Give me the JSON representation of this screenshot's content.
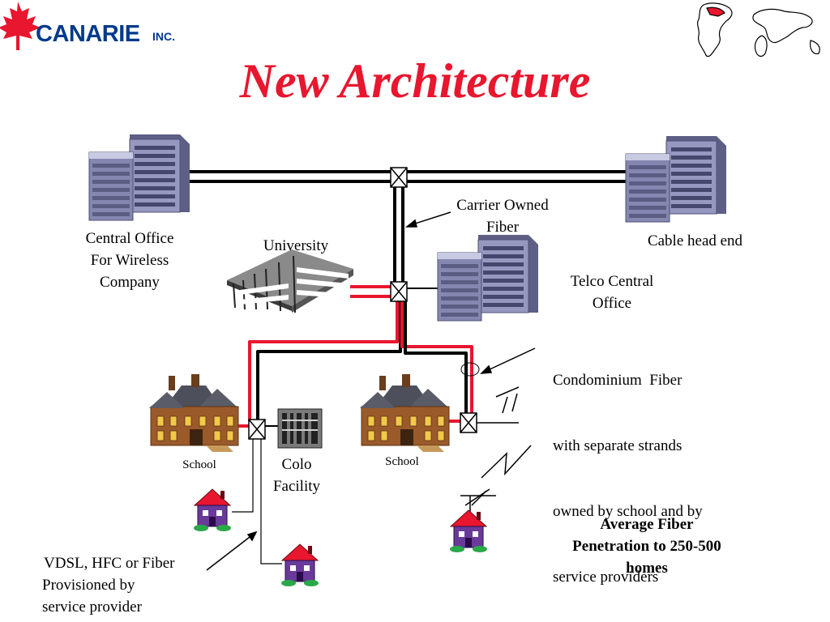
{
  "logo": {
    "name": "CANARIE",
    "suffix": "INC."
  },
  "title": "New Architecture",
  "labels": {
    "central_office": [
      "Central Office",
      "For Wireless",
      "Company"
    ],
    "university": "University",
    "carrier_fiber": [
      "Carrier Owned",
      "Fiber"
    ],
    "cable_head_end": "Cable head end",
    "telco": [
      "Telco Central",
      "Office"
    ],
    "condo": [
      "Condominium  Fiber",
      "with separate strands",
      "owned by school and by",
      "service providers"
    ],
    "school_left": "School",
    "school_right": "School",
    "colo": [
      "Colo",
      "Facility"
    ],
    "avg_fiber": [
      "Average Fiber",
      "Penetration to 250-500",
      "homes"
    ],
    "vdsl": [
      "VDSL, HFC or Fiber",
      "Provisioned by",
      "service provider"
    ]
  },
  "colors": {
    "accent": "#e8162e",
    "logo_blue": "#003a8c",
    "fiber_red": "#e8162e",
    "fiber_black": "#000000",
    "building": "#8e90b8"
  }
}
